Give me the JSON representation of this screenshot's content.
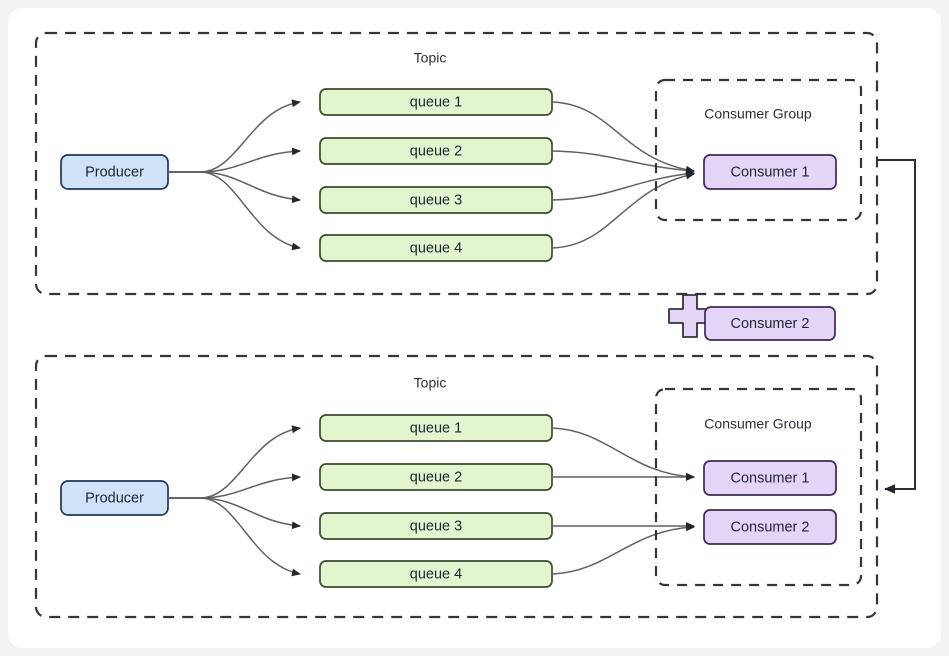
{
  "diagram": {
    "title": "Kafka style topic / consumer group rebalance diagram",
    "colors": {
      "page_background": "#f2f2f2",
      "card_background": "#ffffff",
      "producer_fill": "#cfe2f8",
      "producer_stroke": "#1f3555",
      "queue_fill": "#e2f5cf",
      "queue_stroke": "#3c4a2b",
      "consumer_fill": "#e4d5f7",
      "consumer_stroke": "#3a2b52",
      "container_stroke": "#31363f",
      "edge_stroke": "#5e6168"
    },
    "sections": [
      {
        "id": "top",
        "container_label": "Topic",
        "producer_label": "Producer",
        "group_label": "Consumer Group",
        "queues": [
          {
            "label": "queue 1"
          },
          {
            "label": "queue 2"
          },
          {
            "label": "queue 3"
          },
          {
            "label": "queue 4"
          }
        ],
        "consumers": [
          {
            "label": "Consumer 1"
          }
        ],
        "assignments": [
          {
            "queue": "queue 1",
            "consumer": "Consumer 1"
          },
          {
            "queue": "queue 2",
            "consumer": "Consumer 1"
          },
          {
            "queue": "queue 3",
            "consumer": "Consumer 1"
          },
          {
            "queue": "queue 4",
            "consumer": "Consumer 1"
          }
        ]
      },
      {
        "id": "bottom",
        "container_label": "Topic",
        "producer_label": "Producer",
        "group_label": "Consumer Group",
        "queues": [
          {
            "label": "queue 1"
          },
          {
            "label": "queue 2"
          },
          {
            "label": "queue 3"
          },
          {
            "label": "queue 4"
          }
        ],
        "consumers": [
          {
            "label": "Consumer 1"
          },
          {
            "label": "Consumer 2"
          }
        ],
        "assignments": [
          {
            "queue": "queue 1",
            "consumer": "Consumer 1"
          },
          {
            "queue": "queue 2",
            "consumer": "Consumer 1"
          },
          {
            "queue": "queue 3",
            "consumer": "Consumer 2"
          },
          {
            "queue": "queue 4",
            "consumer": "Consumer 2"
          }
        ]
      }
    ],
    "middle": {
      "plus_icon": "plus-icon",
      "added_consumer_label": "Consumer 2"
    }
  }
}
